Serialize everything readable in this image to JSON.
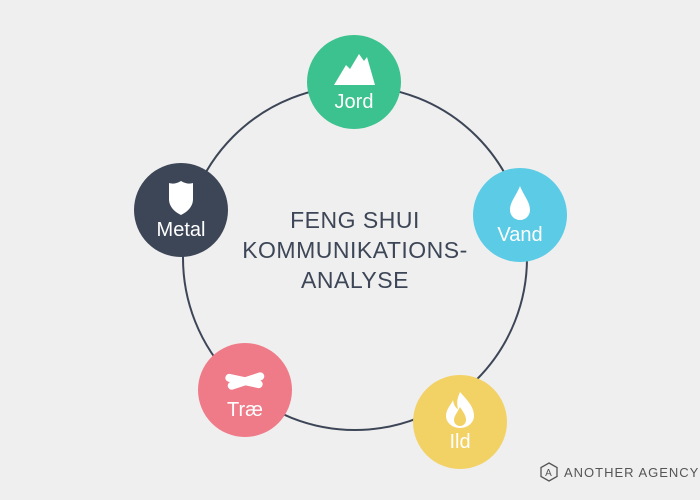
{
  "title": {
    "line1": "FENG SHUI",
    "line2": "KOMMUNIKATIONS-",
    "line3": "ANALYSE"
  },
  "elements": [
    {
      "label": "Jord",
      "icon": "mountain-icon",
      "color": "#3cc28e"
    },
    {
      "label": "Vand",
      "icon": "water-drop-icon",
      "color": "#5bcbe6"
    },
    {
      "label": "Ild",
      "icon": "flame-icon",
      "color": "#f2d165"
    },
    {
      "label": "Træ",
      "icon": "logs-icon",
      "color": "#ef7b88"
    },
    {
      "label": "Metal",
      "icon": "shield-icon",
      "color": "#3d4657"
    }
  ],
  "brand": {
    "logo_letter": "A",
    "name": "ANOTHER AGENCY"
  }
}
